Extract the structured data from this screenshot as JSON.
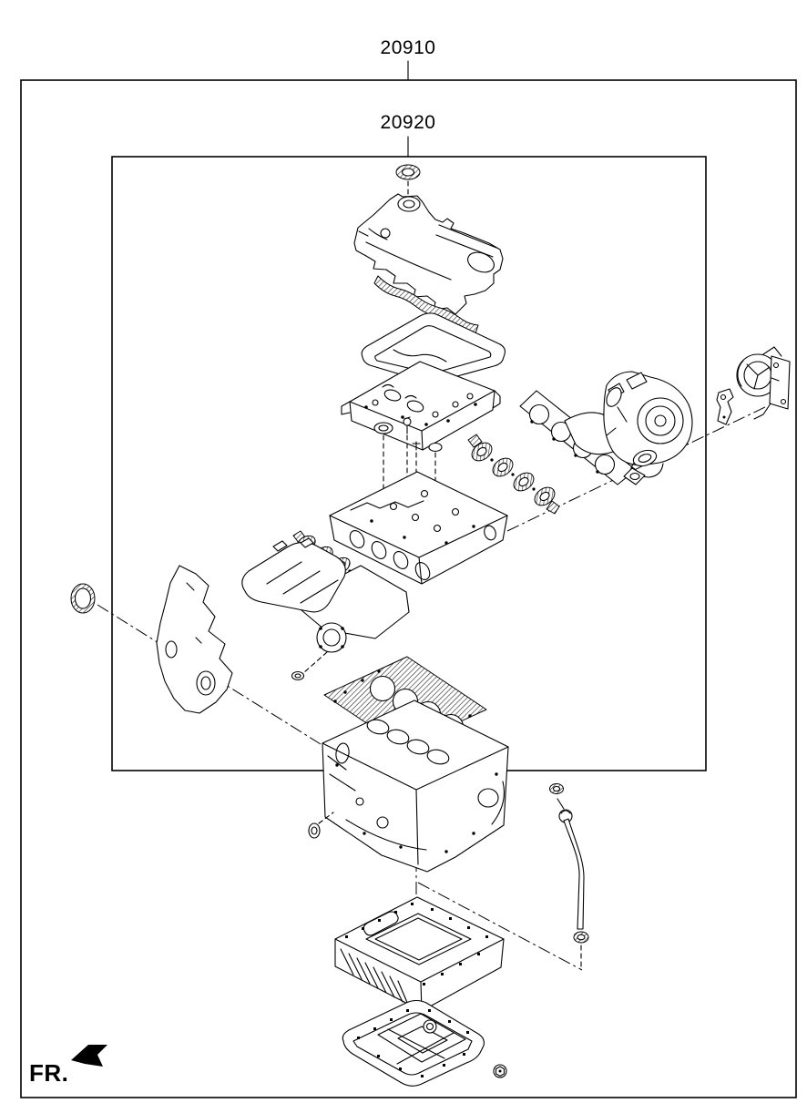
{
  "page": {
    "background": "#ffffff",
    "line_color": "#000000"
  },
  "callouts": {
    "outer_kit": {
      "label": "20910"
    },
    "inner_kit": {
      "label": "20920"
    }
  },
  "front_marker": {
    "label": "FR."
  },
  "drawing": {
    "parts": [
      "cam-cover-plug-seal",
      "valve-cover",
      "valve-cover-gasket-strip",
      "valve-cover-gasket",
      "camshaft-carrier",
      "tube-seal",
      "carrier-bolt",
      "stud-bolt",
      "retainer-clip",
      "cylinder-head",
      "intake-manifold-gasket",
      "intake-manifold",
      "throttle-oring",
      "timing-chain-cover",
      "crankshaft-front-seal",
      "cylinder-head-gasket",
      "cylinder-block",
      "block-oring",
      "exhaust-manifold-gasket",
      "exhaust-manifold",
      "turbocharger",
      "vacuum-pump",
      "vacuum-pump-gasket",
      "upper-oil-pan",
      "lower-oil-pan",
      "oil-drain-plug",
      "oil-level-gauge-tube",
      "dipstick-oring-upper",
      "dipstick-oring-lower"
    ]
  }
}
